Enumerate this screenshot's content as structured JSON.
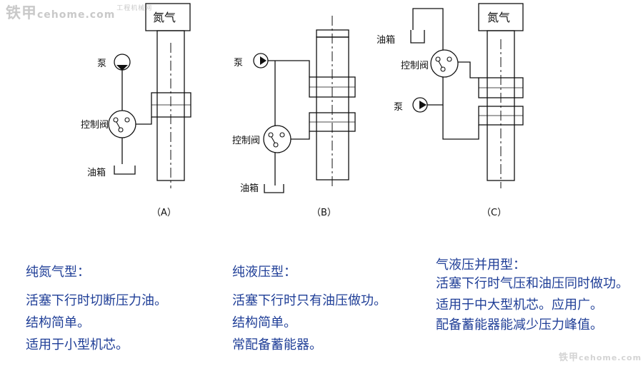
{
  "watermark_top": {
    "brand": "铁甲",
    "site": "工程机械网",
    "domain": "cehome.com"
  },
  "watermark_bottom": {
    "brand": "铁甲",
    "domain": "cehome.com"
  },
  "diagrams": {
    "a": {
      "caption": "（A）",
      "nitrogen": "氮气",
      "pump": "泵",
      "valve": "控制阀",
      "tank": "油箱"
    },
    "b": {
      "caption": "（B）",
      "pump": "泵",
      "valve": "控制阀",
      "tank": "油箱"
    },
    "c": {
      "caption": "（C）",
      "nitrogen": "氮气",
      "pump": "泵",
      "valve": "控制阀",
      "tank": "油箱"
    }
  },
  "descriptions": {
    "a": {
      "title": "纯氮气型：",
      "lines": [
        "活塞下行时切断压力油。",
        "结构简单。",
        "适用于小型机芯。"
      ]
    },
    "b": {
      "title": "纯液压型：",
      "lines": [
        "活塞下行时只有油压做功。",
        "结构简单。",
        "常配备蓄能器。"
      ]
    },
    "c": {
      "title": "气液压并用型：",
      "lines": [
        "活塞下行时气压和油压同时做功。",
        "适用于中大型机芯。应用广。",
        "配备蓄能器能减少压力峰值。"
      ]
    }
  }
}
